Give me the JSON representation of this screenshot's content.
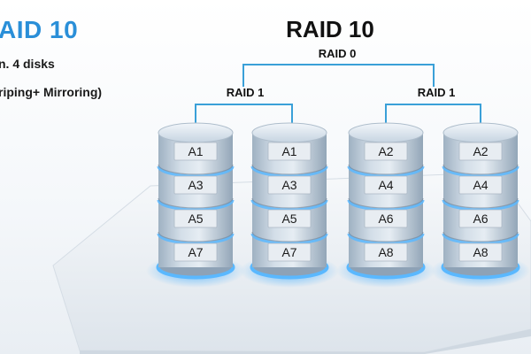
{
  "side_panel": {
    "title": "AID 10",
    "line1": "n. 4 disks",
    "line2": "riping+ Mirroring)"
  },
  "diagram": {
    "title": "RAID 10",
    "top_label": "RAID 0",
    "group_labels": [
      "RAID 1",
      "RAID 1"
    ],
    "disks": [
      {
        "blocks": [
          "A1",
          "A3",
          "A5",
          "A7"
        ]
      },
      {
        "blocks": [
          "A1",
          "A3",
          "A5",
          "A7"
        ]
      },
      {
        "blocks": [
          "A2",
          "A4",
          "A6",
          "A8"
        ]
      },
      {
        "blocks": [
          "A2",
          "A4",
          "A6",
          "A8"
        ]
      }
    ]
  },
  "colors": {
    "accent": "#2a8fd8",
    "connector": "#3aa0d8",
    "glow": "#5ab8ff",
    "disk_body": "#c8d6e3",
    "label_box": "#e8edf2"
  }
}
